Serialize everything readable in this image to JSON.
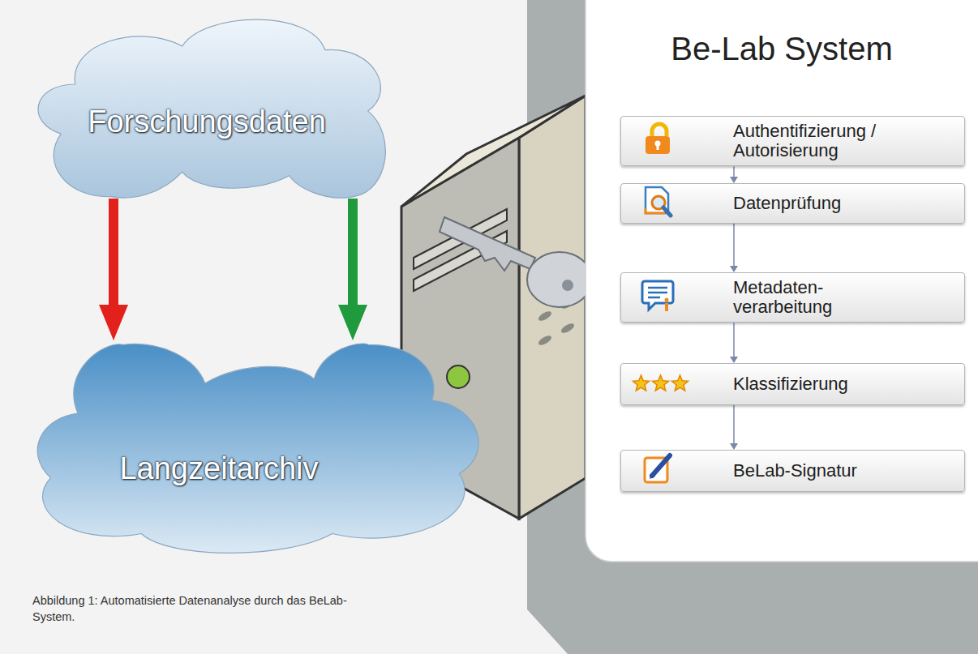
{
  "diagram": {
    "caption": "Abbildung 1: Automatisierte Datenanalyse durch das BeLab-System.",
    "nodes": [
      {
        "text": [
          "Forschungsdaten"
        ]
      },
      {
        "text": [
          "Langzeitarchiv"
        ]
      },
      {
        "text": [
          "Be-Lab System"
        ]
      },
      {
        "text": [
          "Authentifizierung / Autorisierung"
        ],
        "in": 2
      },
      {
        "text": [
          "Datenprüfung"
        ],
        "in": 2
      },
      {
        "text": [
          "Metadaten- verarbeitung"
        ],
        "in": 2
      },
      {
        "text": [
          "Klassifizierung"
        ],
        "in": 2
      },
      {
        "text": [
          "BeLab-Signatur"
        ],
        "in": 2
      }
    ],
    "edges": [
      {
        "from": 0,
        "to": 1,
        "arrow": "to"
      },
      {
        "from": 0,
        "to": 1,
        "arrow": "to"
      },
      {
        "from": 3,
        "to": 4,
        "arrow": "to"
      },
      {
        "from": 4,
        "to": 5,
        "arrow": "to"
      },
      {
        "from": 5,
        "to": 6,
        "arrow": "to"
      },
      {
        "from": 6,
        "to": 7,
        "arrow": "to"
      }
    ]
  }
}
